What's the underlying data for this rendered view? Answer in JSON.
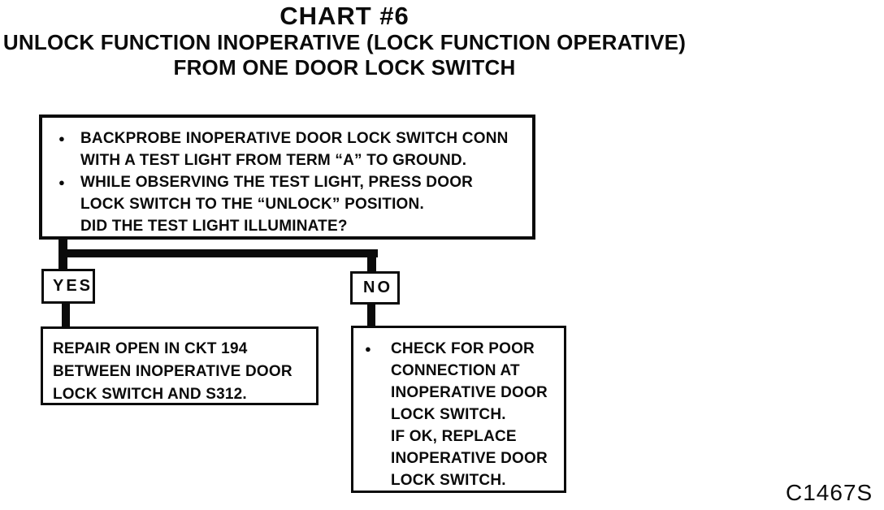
{
  "title": {
    "line1": "CHART #6",
    "line2": "UNLOCK FUNCTION INOPERATIVE (LOCK FUNCTION OPERATIVE)",
    "line3": "FROM ONE DOOR LOCK SWITCH"
  },
  "flowchart": {
    "question_box": {
      "bullets": [
        {
          "lines": [
            "BACKPROBE INOPERATIVE DOOR LOCK SWITCH CONN",
            "WITH A TEST LIGHT FROM TERM “A” TO GROUND."
          ]
        },
        {
          "lines": [
            "WHILE OBSERVING THE TEST LIGHT, PRESS DOOR",
            "LOCK SWITCH TO THE “UNLOCK” POSITION."
          ]
        }
      ],
      "question": "DID THE TEST LIGHT ILLUMINATE?"
    },
    "yes_label": "YES",
    "no_label": "NO",
    "yes_result": {
      "lines": [
        "REPAIR OPEN IN CKT 194",
        "BETWEEN INOPERATIVE DOOR",
        "LOCK SWITCH AND S312."
      ]
    },
    "no_result": {
      "lines": [
        "CHECK FOR POOR",
        "CONNECTION AT",
        "INOPERATIVE DOOR",
        "LOCK SWITCH.",
        "IF OK, REPLACE",
        "INOPERATIVE DOOR",
        "LOCK SWITCH."
      ]
    }
  },
  "icons": {
    "bullet": "●"
  },
  "figure_code": "C1467S",
  "colors": {
    "ink": "#0b0b0b",
    "paper": "#ffffff"
  }
}
